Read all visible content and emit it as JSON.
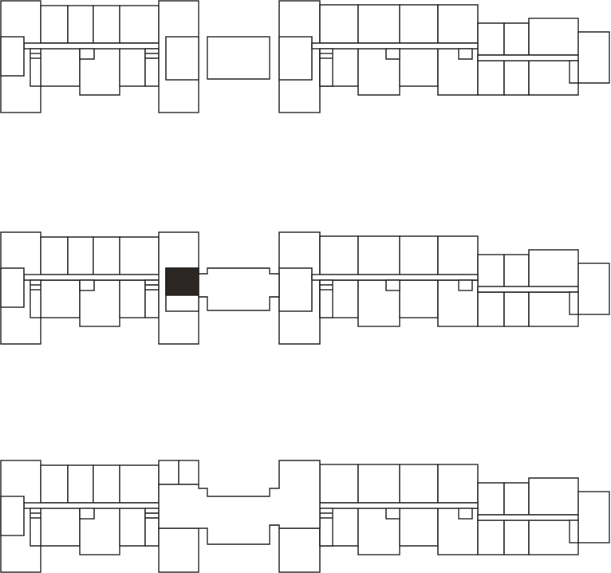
{
  "diagram": {
    "type": "floor-plan-comparison",
    "labels": [],
    "line_color": "#1a1a1a",
    "fill_color": "#ffffff",
    "highlight_color": "#2b2523",
    "variants": [
      {
        "name": "plan-variant-1",
        "connection": "separate-block"
      },
      {
        "name": "plan-variant-2",
        "connection": "corridor-link-with-highlighted-room"
      },
      {
        "name": "plan-variant-3",
        "connection": "merged-hall"
      }
    ]
  }
}
